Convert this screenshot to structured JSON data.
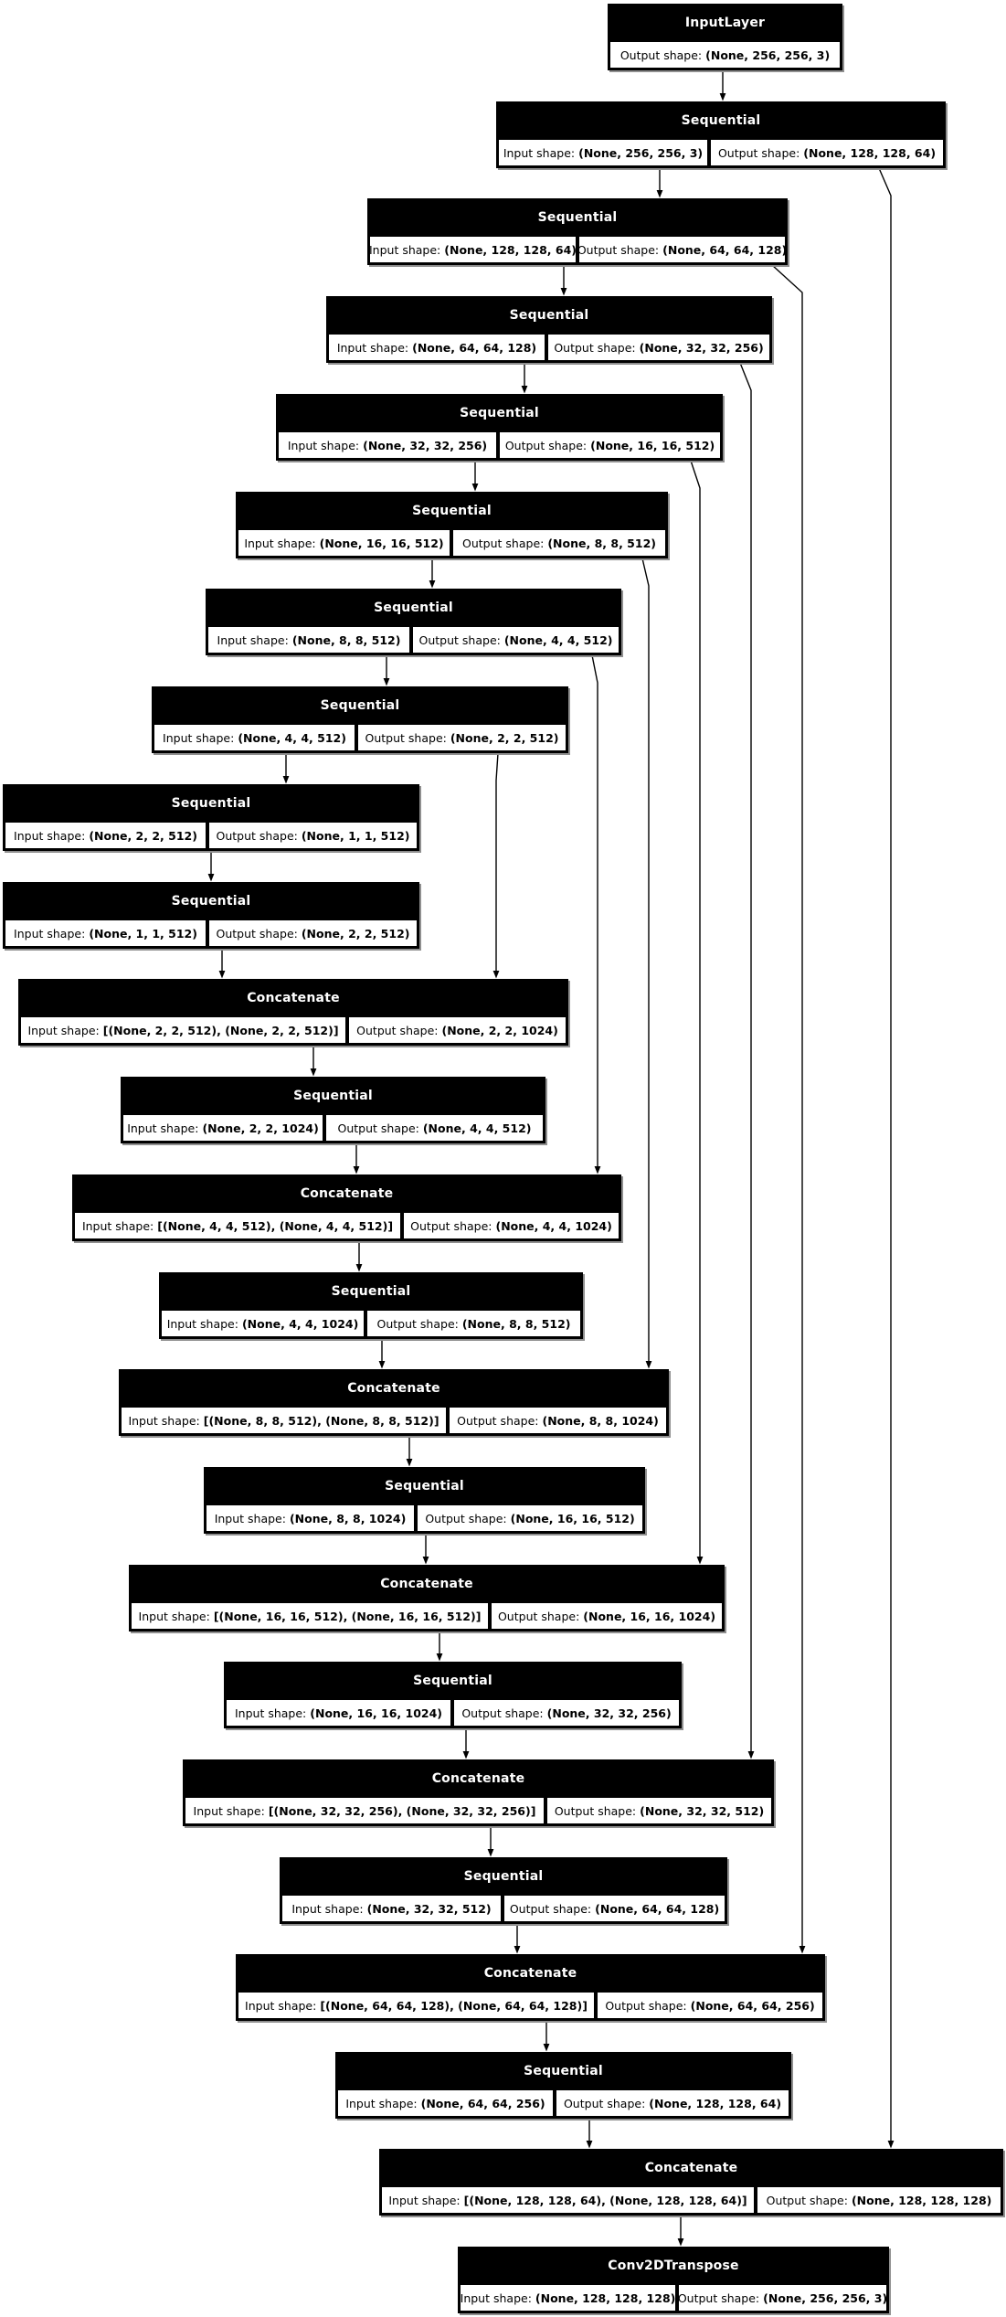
{
  "diagram": {
    "kind": "keras-model-plot",
    "labels": {
      "input_prefix": "Input shape:",
      "output_prefix": "Output shape:"
    },
    "colors": {
      "background": "#ffffff",
      "node_fill": "#000000",
      "node_title_text": "#ffffff",
      "cell_fill": "#ffffff",
      "cell_text": "#000000",
      "edge": "#000000"
    },
    "nodes": [
      {
        "id": "n1",
        "title": "InputLayer",
        "input_shape": null,
        "output_shape": "(None, 256, 256, 3)"
      },
      {
        "id": "n2",
        "title": "Sequential",
        "input_shape": "(None, 256, 256, 3)",
        "output_shape": "(None, 128, 128, 64)"
      },
      {
        "id": "n3",
        "title": "Sequential",
        "input_shape": "(None, 128, 128, 64)",
        "output_shape": "(None, 64, 64, 128)"
      },
      {
        "id": "n4",
        "title": "Sequential",
        "input_shape": "(None, 64, 64, 128)",
        "output_shape": "(None, 32, 32, 256)"
      },
      {
        "id": "n5",
        "title": "Sequential",
        "input_shape": "(None, 32, 32, 256)",
        "output_shape": "(None, 16, 16, 512)"
      },
      {
        "id": "n6",
        "title": "Sequential",
        "input_shape": "(None, 16, 16, 512)",
        "output_shape": "(None, 8, 8, 512)"
      },
      {
        "id": "n7",
        "title": "Sequential",
        "input_shape": "(None, 8, 8, 512)",
        "output_shape": "(None, 4, 4, 512)"
      },
      {
        "id": "n8",
        "title": "Sequential",
        "input_shape": "(None, 4, 4, 512)",
        "output_shape": "(None, 2, 2, 512)"
      },
      {
        "id": "n9",
        "title": "Sequential",
        "input_shape": "(None, 2, 2, 512)",
        "output_shape": "(None, 1, 1, 512)"
      },
      {
        "id": "n10",
        "title": "Sequential",
        "input_shape": "(None, 1, 1, 512)",
        "output_shape": "(None, 2, 2, 512)"
      },
      {
        "id": "n11",
        "title": "Concatenate",
        "input_shape": "[(None, 2, 2, 512), (None, 2, 2, 512)]",
        "output_shape": "(None, 2, 2, 1024)"
      },
      {
        "id": "n12",
        "title": "Sequential",
        "input_shape": "(None, 2, 2, 1024)",
        "output_shape": "(None, 4, 4, 512)"
      },
      {
        "id": "n13",
        "title": "Concatenate",
        "input_shape": "[(None, 4, 4, 512), (None, 4, 4, 512)]",
        "output_shape": "(None, 4, 4, 1024)"
      },
      {
        "id": "n14",
        "title": "Sequential",
        "input_shape": "(None, 4, 4, 1024)",
        "output_shape": "(None, 8, 8, 512)"
      },
      {
        "id": "n15",
        "title": "Concatenate",
        "input_shape": "[(None, 8, 8, 512), (None, 8, 8, 512)]",
        "output_shape": "(None, 8, 8, 1024)"
      },
      {
        "id": "n16",
        "title": "Sequential",
        "input_shape": "(None, 8, 8, 1024)",
        "output_shape": "(None, 16, 16, 512)"
      },
      {
        "id": "n17",
        "title": "Concatenate",
        "input_shape": "[(None, 16, 16, 512), (None, 16, 16, 512)]",
        "output_shape": "(None, 16, 16, 1024)"
      },
      {
        "id": "n18",
        "title": "Sequential",
        "input_shape": "(None, 16, 16, 1024)",
        "output_shape": "(None, 32, 32, 256)"
      },
      {
        "id": "n19",
        "title": "Concatenate",
        "input_shape": "[(None, 32, 32, 256), (None, 32, 32, 256)]",
        "output_shape": "(None, 32, 32, 512)"
      },
      {
        "id": "n20",
        "title": "Sequential",
        "input_shape": "(None, 32, 32, 512)",
        "output_shape": "(None, 64, 64, 128)"
      },
      {
        "id": "n21",
        "title": "Concatenate",
        "input_shape": "[(None, 64, 64, 128), (None, 64, 64, 128)]",
        "output_shape": "(None, 64, 64, 256)"
      },
      {
        "id": "n22",
        "title": "Sequential",
        "input_shape": "(None, 64, 64, 256)",
        "output_shape": "(None, 128, 128, 64)"
      },
      {
        "id": "n23",
        "title": "Concatenate",
        "input_shape": "[(None, 128, 128, 64), (None, 128, 128, 64)]",
        "output_shape": "(None, 128, 128, 128)"
      },
      {
        "id": "n24",
        "title": "Conv2DTranspose",
        "input_shape": "(None, 128, 128, 128)",
        "output_shape": "(None, 256, 256, 3)"
      }
    ],
    "edges": [
      {
        "from": "n1",
        "to": "n2"
      },
      {
        "from": "n2",
        "to": "n3"
      },
      {
        "from": "n3",
        "to": "n4"
      },
      {
        "from": "n4",
        "to": "n5"
      },
      {
        "from": "n5",
        "to": "n6"
      },
      {
        "from": "n6",
        "to": "n7"
      },
      {
        "from": "n7",
        "to": "n8"
      },
      {
        "from": "n8",
        "to": "n9"
      },
      {
        "from": "n9",
        "to": "n10"
      },
      {
        "from": "n10",
        "to": "n11"
      },
      {
        "from": "n11",
        "to": "n12"
      },
      {
        "from": "n12",
        "to": "n13"
      },
      {
        "from": "n13",
        "to": "n14"
      },
      {
        "from": "n14",
        "to": "n15"
      },
      {
        "from": "n15",
        "to": "n16"
      },
      {
        "from": "n16",
        "to": "n17"
      },
      {
        "from": "n17",
        "to": "n18"
      },
      {
        "from": "n18",
        "to": "n19"
      },
      {
        "from": "n19",
        "to": "n20"
      },
      {
        "from": "n20",
        "to": "n21"
      },
      {
        "from": "n21",
        "to": "n22"
      },
      {
        "from": "n22",
        "to": "n23"
      },
      {
        "from": "n23",
        "to": "n24"
      },
      {
        "from": "n8",
        "to": "n11",
        "skip": true
      },
      {
        "from": "n7",
        "to": "n13",
        "skip": true
      },
      {
        "from": "n6",
        "to": "n15",
        "skip": true
      },
      {
        "from": "n5",
        "to": "n17",
        "skip": true
      },
      {
        "from": "n4",
        "to": "n19",
        "skip": true
      },
      {
        "from": "n3",
        "to": "n21",
        "skip": true
      },
      {
        "from": "n2",
        "to": "n23",
        "skip": true
      }
    ]
  }
}
